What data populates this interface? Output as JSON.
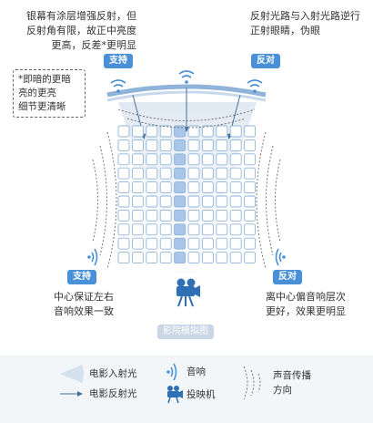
{
  "top_left": {
    "text_lines": [
      "银幕有涂层增强反射，但",
      "反射角有限，故正中亮度",
      "更高，反差*更明显"
    ],
    "badge": "支持"
  },
  "top_right": {
    "text_lines": [
      "反射光路与入射光路逆行",
      "正射眼睛，伪眼"
    ],
    "badge": "反对"
  },
  "footnote": {
    "lines": [
      "*即暗的更暗",
      "亮的更亮",
      "细节更清晰"
    ]
  },
  "bottom_left": {
    "badge": "支持",
    "text_lines": [
      "中心保证左右",
      "音响效果一致"
    ]
  },
  "bottom_right": {
    "badge": "反对",
    "text_lines": [
      "离中心偏音响层次",
      "更好，效果更明显"
    ]
  },
  "caption": "影院模拟图",
  "legend": {
    "incident_light": "电影入射光",
    "reflected_light": "电影反射光",
    "speaker": "音响",
    "projector": "投映机",
    "sound_lines": [
      "声音传播",
      "方向"
    ]
  },
  "colors": {
    "accent": "#4a90d6",
    "seat_border": "#8fb3d9",
    "highlight_seat": "#a9c6e8",
    "screen": "#b7cde6"
  }
}
